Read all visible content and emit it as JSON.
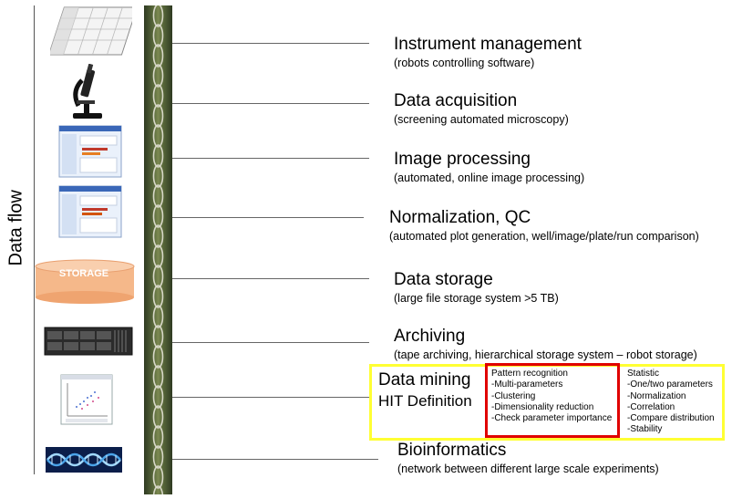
{
  "side_label": "Data flow",
  "storage_icon_label": "STORAGE",
  "stages": [
    {
      "title": "Instrument management",
      "subtitle": "(robots controlling software)"
    },
    {
      "title": "Data acquisition",
      "subtitle": "(screening automated microscopy)"
    },
    {
      "title": "Image processing",
      "subtitle": "(automated, online image processing)"
    },
    {
      "title": "Normalization,  QC",
      "subtitle": "(automated plot generation, well/image/plate/run comparison)"
    },
    {
      "title": "Data storage",
      "subtitle": "(large file storage system >5 TB)"
    },
    {
      "title": "Archiving",
      "subtitle": "(tape archiving, hierarchical storage system – robot storage)"
    },
    {
      "title": "Data mining",
      "title2": "HIT Definition"
    },
    {
      "title": "Bioinformatics",
      "subtitle": "(network between different large scale experiments)"
    }
  ],
  "pattern_box": {
    "heading": "Pattern recognition",
    "items": [
      "-Multi-parameters",
      "-Clustering",
      "-Dimensionality reduction",
      "-Check parameter importance"
    ]
  },
  "statistic_box": {
    "heading": "Statistic",
    "items": [
      "-One/two parameters",
      "-Normalization",
      "-Correlation",
      "-Compare distribution",
      "-Stability"
    ]
  },
  "colors": {
    "box_yellow": "#ffff33",
    "box_red": "#e00000",
    "storage": "#f5b88a"
  }
}
